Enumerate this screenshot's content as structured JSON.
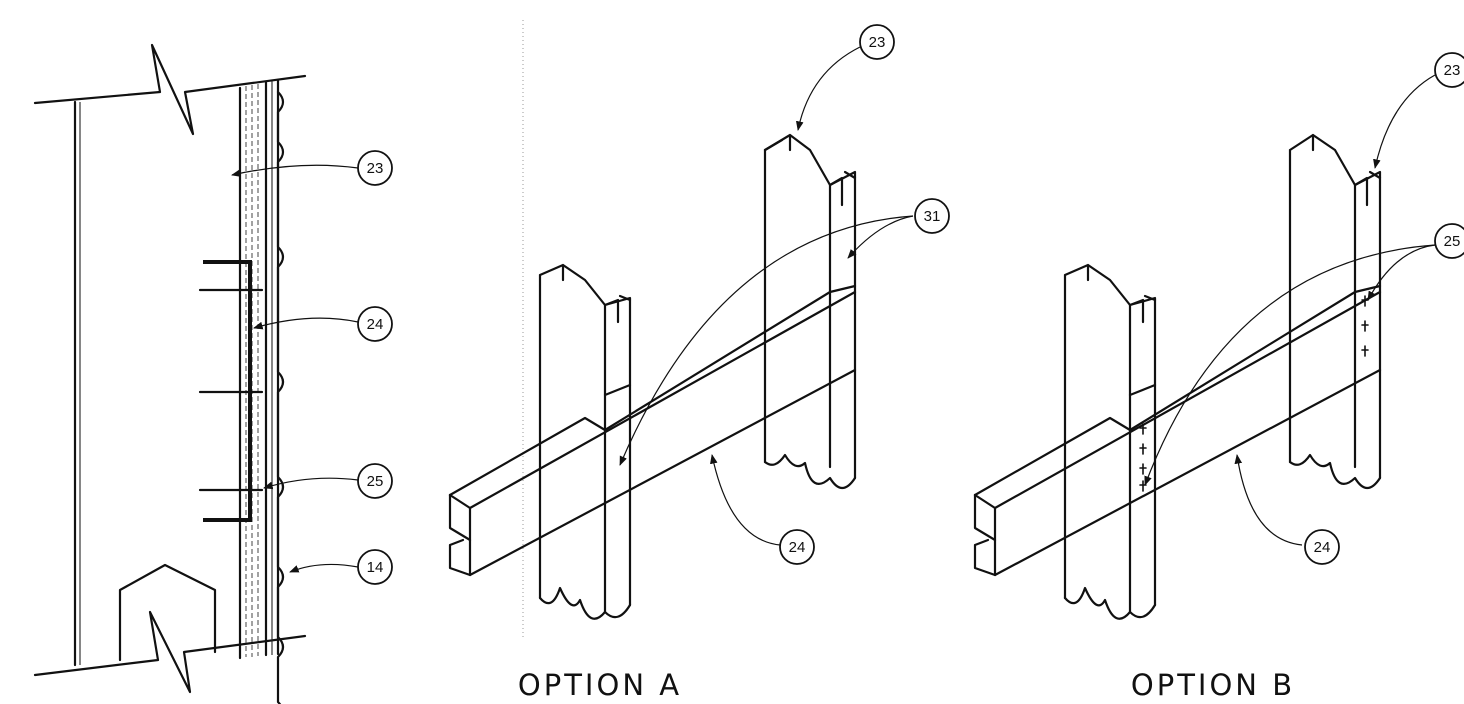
{
  "callouts": {
    "section_23": "23",
    "section_24": "24",
    "section_25": "25",
    "section_14": "14",
    "optA_23": "23",
    "optA_31": "31",
    "optA_24": "24",
    "optB_23": "23",
    "optB_25": "25",
    "optB_24": "24"
  },
  "captions": {
    "option_a": "OPTION A",
    "option_b": "OPTION B"
  }
}
